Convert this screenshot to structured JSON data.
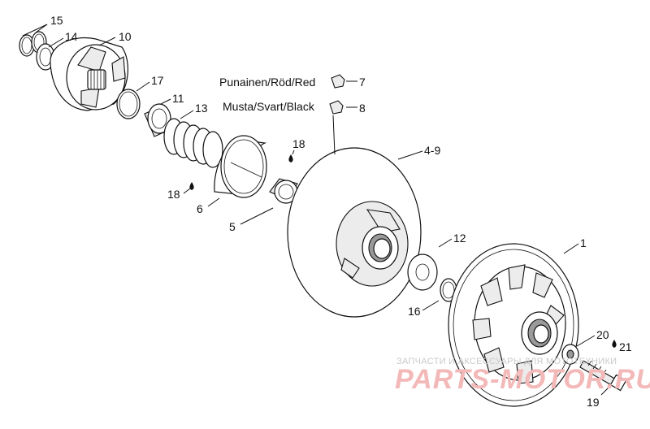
{
  "labels": {
    "l15": "15",
    "l14": "14",
    "l10": "10",
    "l17": "17",
    "l11": "11",
    "l13": "13",
    "l18a": "18",
    "l18b": "18",
    "l6": "6",
    "l5": "5",
    "l7": "7",
    "l8": "8",
    "l49": "4-9",
    "l12": "12",
    "l1": "1",
    "l16": "16",
    "l20": "20",
    "l21": "21",
    "l19": "19"
  },
  "legend": {
    "red": "Punainen/Röd/Red",
    "black": "Musta/Svart/Black"
  },
  "watermark": {
    "small": "ЗАПЧАСТИ И АКСЕССУАРЫ ДЛЯ МОТОТЕХНИКИ",
    "big": "PARTS-MOTOR.RU"
  },
  "colors": {
    "line": "#111111",
    "watermark_small": "#c9c9c9",
    "watermark_big": "#f3b8b8"
  }
}
